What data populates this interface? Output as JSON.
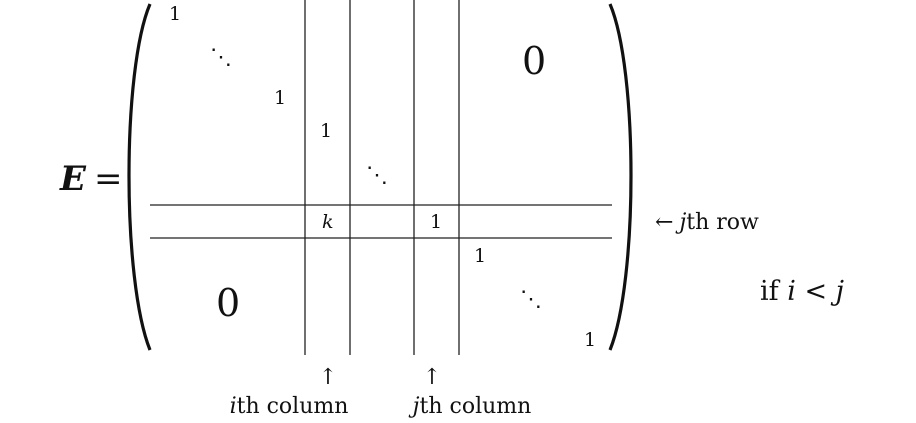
{
  "lhs": {
    "symbol": "E",
    "equals": "="
  },
  "entries": {
    "one_top": "1",
    "one_mid_upper": "1",
    "one_col_i": "1",
    "k": "k",
    "one_row_j": "1",
    "one_after": "1",
    "one_bottom": "1",
    "ddots": "⋱"
  },
  "zeros": {
    "upper_right": "0",
    "lower_left": "0"
  },
  "annotations": {
    "row_arrow": "←",
    "row_label_var": "j",
    "row_label_rest": "th row",
    "col_i_arrow": "↑",
    "col_i_var": "i",
    "col_i_rest": "th column",
    "col_j_arrow": "↑",
    "col_j_var": "j",
    "col_j_rest": "th column"
  },
  "condition": {
    "prefix": "if ",
    "a": "i",
    "op": " < ",
    "b": "j"
  }
}
